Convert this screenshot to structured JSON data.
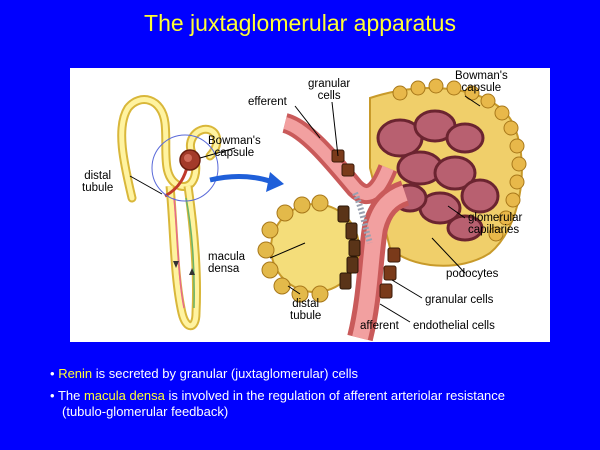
{
  "slide": {
    "title": "The juxtaglomerular apparatus",
    "background_color": "#0000ff",
    "title_color": "#ffff33",
    "highlight_color": "#ffff33"
  },
  "figure": {
    "left_labels": {
      "bowmans_capsule": [
        "Bowman's",
        "capsule"
      ],
      "distal_tubule": [
        "distal",
        "tubule"
      ]
    },
    "right_labels": {
      "efferent": "efferent",
      "granular_cells_top": [
        "granular",
        "cells"
      ],
      "bowmans_capsule": [
        "Bowman's",
        "capsule"
      ],
      "glomerular_capillaries": [
        "glomerular",
        "capillaries"
      ],
      "macula_densa": [
        "macula",
        "densa"
      ],
      "podocytes": "podocytes",
      "granular_cells_bottom": "granular cells",
      "distal_tubule": [
        "distal",
        "tubule"
      ],
      "afferent": "afferent",
      "endothelial_cells": "endothelial cells"
    }
  },
  "bullets": [
    {
      "marker": "•",
      "highlight": "Renin",
      "rest": " is secreted by granular (juxtaglomerular) cells"
    },
    {
      "marker": "•",
      "prefix": " The ",
      "highlight": "macula densa",
      "rest": " is involved in the regulation of afferent arteriolar resistance",
      "continuation": "(tubulo-glomerular feedback)"
    }
  ]
}
